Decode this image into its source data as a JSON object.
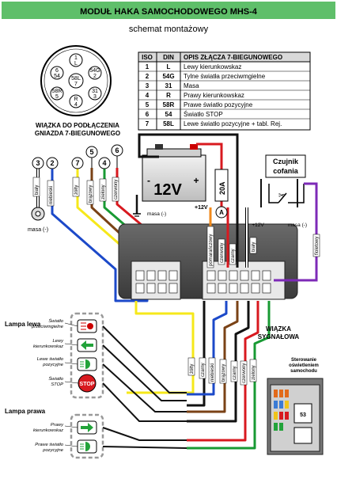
{
  "header": {
    "title": "MODUŁ HAKA SAMOCHODOWEGO  MHS-4",
    "subtitle": "schemat montażowy"
  },
  "socket": {
    "pins": [
      "1\nL",
      "54G\n2",
      "31\n3",
      "R\n4",
      "58R\n5",
      "6\n54",
      "58L\n7"
    ]
  },
  "iso_table": {
    "headers": [
      "ISO",
      "DIN",
      "OPIS ZŁĄCZA 7-BIEGUNOWEGO"
    ],
    "rows": [
      [
        "1",
        "L",
        "Lewy kierunkowskaz"
      ],
      [
        "2",
        "54G",
        "Tylne światła przeciwmgielne"
      ],
      [
        "3",
        "31",
        "Masa"
      ],
      [
        "4",
        "R",
        "Prawy kierunkowskaz"
      ],
      [
        "5",
        "58R",
        "Prawe światło pozycyjne"
      ],
      [
        "6",
        "54",
        "Światło STOP"
      ],
      [
        "7",
        "58L",
        "Lewe światło pozycyjne + tabl. Rej."
      ]
    ]
  },
  "harness_left": {
    "title_line1": "WIĄZKA DO PODŁĄCZENIA",
    "title_line2": "GNIAZDA 7-BIEGUNOWEGO",
    "wires": [
      {
        "num": "3",
        "label": "biały",
        "color": "#ffffff"
      },
      {
        "num": "2",
        "label": "niebieski",
        "color": "#1c49c9"
      },
      {
        "num": "7",
        "label": "żółty",
        "color": "#f6e81a"
      },
      {
        "num": "5",
        "label": "brązowy",
        "color": "#7a4216"
      },
      {
        "num": "4",
        "label": "zielony",
        "color": "#189a33"
      },
      {
        "num": "6",
        "label": "czerwony",
        "color": "#d8191f"
      }
    ],
    "ground_label": "masa (-)"
  },
  "battery": {
    "voltage": "12V",
    "plus": "+",
    "minus": "-",
    "ground_label": "masa (-)",
    "plus12": "+12V",
    "fuse": "20A",
    "ammeter": "A"
  },
  "module_wires": {
    "labels": [
      "pomarańczowy",
      "czerwony",
      "czarny",
      "biały"
    ]
  },
  "sensor": {
    "title_line1": "Czujnik",
    "title_line2": "cofania",
    "plus12": "+12V",
    "ground_label": "masa (-)",
    "wire_label": "fioletowy"
  },
  "harness_signal": {
    "title_line1": "WIĄZKA",
    "title_line2": "SYGNAŁOWA",
    "wires": [
      {
        "label": "żółty",
        "color": "#f6e81a"
      },
      {
        "label": "czarny",
        "color": "#111111"
      },
      {
        "label": "niebieski",
        "color": "#1c49c9"
      },
      {
        "label": "brązowy",
        "color": "#7a4216"
      },
      {
        "label": "czarny",
        "color": "#111111"
      },
      {
        "label": "czerwony",
        "color": "#d8191f"
      },
      {
        "label": "zielony",
        "color": "#189a33"
      }
    ]
  },
  "lamp_left": {
    "title": "Lampa lewa",
    "items": [
      {
        "label": "Światło\nprzeciwmgielne",
        "icon": "fog-light-icon"
      },
      {
        "label": "Lewy\nkierunkowskaz",
        "icon": "arrow-left-icon"
      },
      {
        "label": "Lewe światło\npozycyjne",
        "icon": "position-light-icon"
      },
      {
        "label": "Światło\nSTOP",
        "icon": "stop-icon"
      }
    ],
    "stop_text": "STOP"
  },
  "lamp_right": {
    "title": "Lampa prawa",
    "items": [
      {
        "label": "Prawy\nkierunkowskaz",
        "icon": "arrow-right-icon"
      },
      {
        "label": "Prawe światło\npozycyjne",
        "icon": "position-light-icon"
      }
    ]
  },
  "fusebox": {
    "title_line1": "Sterowanie",
    "title_line2": "oświetleniem",
    "title_line3": "samochodu",
    "relay_label": "53"
  },
  "colors": {
    "header_bg": "#5fbf6a",
    "module_body": "#4a4a4a",
    "table_header": "#d9d9d9"
  }
}
